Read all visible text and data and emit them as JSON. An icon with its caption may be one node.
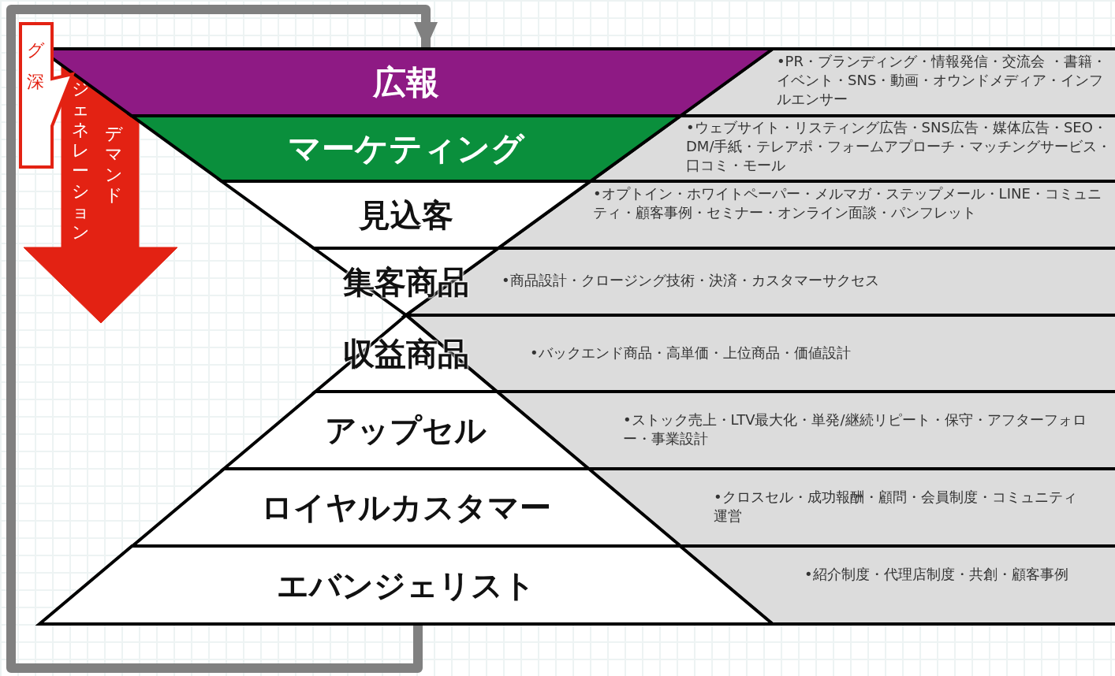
{
  "diagram": {
    "nodes": [
      {
        "text": [
          "グ深"
        ]
      },
      {
        "text": [
          "ジェネレーション",
          "デマンド"
        ]
      },
      {
        "text": [
          "広報"
        ]
      },
      {
        "text": [
          "マーケティング"
        ]
      },
      {
        "text": [
          "見込客"
        ]
      },
      {
        "text": [
          "集客商品"
        ]
      },
      {
        "text": [
          "収益商品"
        ]
      },
      {
        "text": [
          "アップセル"
        ]
      },
      {
        "text": [
          "ロイヤルカスタマー"
        ]
      },
      {
        "text": [
          "エバンジェリスト"
        ]
      },
      {
        "text": [
          "•PR・ブランディング・情報発信・交流会 ・書籍・イベント・SNS・動画・オウンドメディア・インフルエンサー"
        ]
      },
      {
        "text": [
          "•ウェブサイト・リスティング広告・SNS広告・媒体広告・SEO・DM/手紙・テレアポ・フォームアプローチ・マッチングサービス・口コミ・モール"
        ]
      },
      {
        "text": [
          "•オプトイン・ホワイトペーパー・メルマガ・ステップメール・LINE・コミュニティ・顧客事例・セミナー・オンライン面談・パンフレット"
        ]
      },
      {
        "text": [
          "•商品設計・クロージング技術・決済・カスタマーサクセス"
        ]
      },
      {
        "text": [
          "•バックエンド商品・高単価・上位商品・価値設計"
        ]
      },
      {
        "text": [
          "•ストック売上・LTV最大化・単発/継続リピート・保守・アフターフォロー・事業設計"
        ]
      },
      {
        "text": [
          "•クロスセル・成功報酬・顧問・会員制度・コミュニティ運営"
        ]
      },
      {
        "text": [
          "•紹介制度・代理店制度・共創・顧客事例"
        ]
      }
    ],
    "edges": [
      {
        "from": 9,
        "to": 2,
        "arrow": "to"
      }
    ]
  }
}
